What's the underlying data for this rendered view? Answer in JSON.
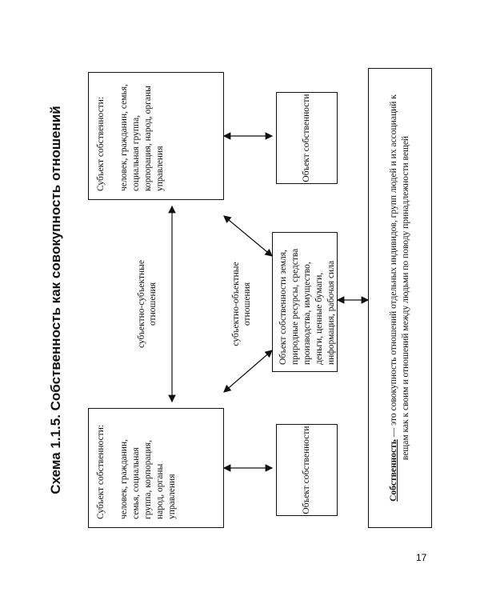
{
  "title": "Схема 1.1.5. Собственность как совокупность отношений",
  "subject_left": {
    "heading": "Субъект собственности:",
    "items": "человек, гражданин, семья, социальная группа, корпорация, народ, органы управления"
  },
  "subject_right": {
    "heading": "Субъект собственности:",
    "items": "человек, гражданин, семья, социальная группа, корпорация, народ, органы управления"
  },
  "object_left": "Объект собственности",
  "object_right": "Объект собственности",
  "object_center": "Объект собственности земля, природные ресурсы, средства производства, имущество, деньги, ценные бумаги, информация, рабочая сила",
  "label_subject_subject": "субъектно-субъектные отношения",
  "label_subject_object": "субъектно-объектные отношения",
  "definition": {
    "term": "Собственность",
    "text": " — это совокупность отношений отдельных индивидов, групп людей и их ассоциаций к вещам как к своим и отношений между людьми по поводу принадлежности вещей"
  },
  "page_number": "17"
}
